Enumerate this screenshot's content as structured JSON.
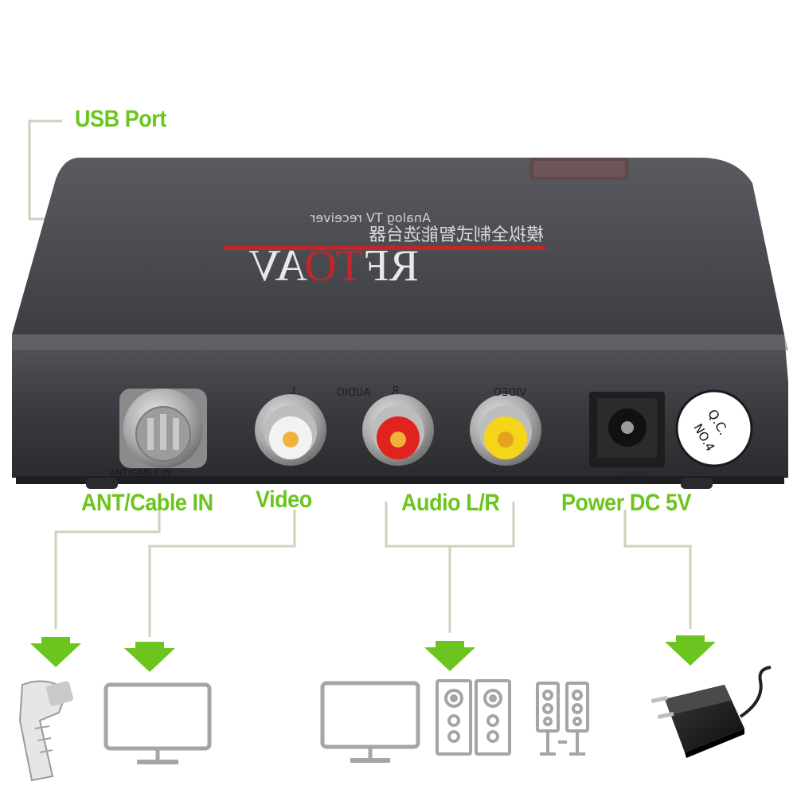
{
  "callouts": {
    "usb_port": "USB Port",
    "ant_cable_in": "ANT/Cable IN",
    "video": "Video",
    "audio_lr": "Audio L/R",
    "power": "Power DC 5V"
  },
  "device": {
    "brand_rf": "RF",
    "brand_to": "TO",
    "brand_av": "AV",
    "subtitle_cn": "模拟全制式智能选台器",
    "subtitle_en": "Analog TV receiver",
    "port_labels": {
      "audio": "AUDIO",
      "left": "L",
      "right": "R",
      "video": "VIDEO",
      "ant": "ANT/CABLE IN",
      "dc": "DC/5V"
    },
    "qc_badge": "Q.C.",
    "qc_number": "NO.4"
  },
  "colors": {
    "accent_green": "#6cc51e",
    "guide_line": "#c9d4bd",
    "device_body": "#3e3f44",
    "brand_red": "#c4252a",
    "rca_white": "#f2f2f2",
    "rca_red": "#e0231d",
    "rca_yellow": "#f4d51a",
    "icon_gray": "#a5a5a5"
  },
  "icons": [
    "arrow-down-icon",
    "coax-plug-icon",
    "monitor-icon",
    "speakers-icon",
    "power-adapter-icon"
  ]
}
